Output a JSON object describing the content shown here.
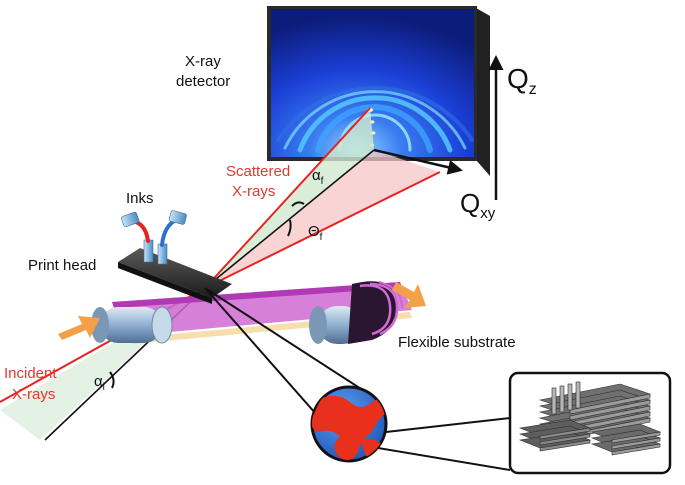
{
  "labels": {
    "detector_line1": "X-ray",
    "detector_line2": "detector",
    "qz_main": "Q",
    "qz_sub": "z",
    "qxy_main": "Q",
    "qxy_sub": "xy",
    "scattered_line1": "Scattered",
    "scattered_line2": "X-rays",
    "alpha_f_main": "α",
    "alpha_f_sub": "f",
    "theta_f_main": "Θ",
    "theta_f_sub": "f",
    "inks": "Inks",
    "print_head": "Print head",
    "flexible_substrate": "Flexible substrate",
    "incident_line1": "Incident",
    "incident_line2": "X-rays",
    "alpha_i_main": "α",
    "alpha_i_sub": "i"
  },
  "colors": {
    "xray_beam": "#e8231f",
    "detector_blue": "#1b3fd6",
    "substrate_magenta": "#c23ac4",
    "orange_arrow": "#f2a14a",
    "roller": "#9fb9d6",
    "blob_red": "#e8301c",
    "blob_blue": "#2f6fd0",
    "label_red": "#e03a2e"
  },
  "icons": [
    "ink-nozzle-red-icon",
    "ink-nozzle-blue-icon",
    "feed-arrow-icon",
    "lamellar-stack-icon"
  ]
}
